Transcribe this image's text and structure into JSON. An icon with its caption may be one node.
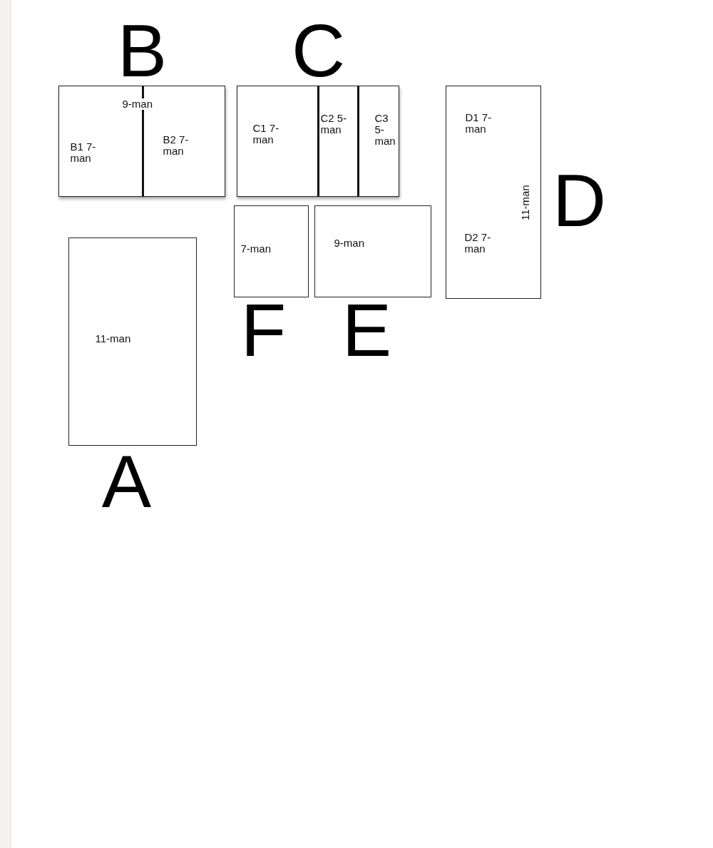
{
  "diagram": {
    "nodes": [
      {
        "text": [
          "B",
          "9-man"
        ]
      },
      {
        "text": [
          "B1 7-man"
        ],
        "in": 0
      },
      {
        "text": [
          "B2 7-man"
        ],
        "in": 0
      },
      {
        "text": [
          "C"
        ]
      },
      {
        "text": [
          "C1 7-man"
        ],
        "in": 3
      },
      {
        "text": [
          "C2 5- man"
        ],
        "in": 3
      },
      {
        "text": [
          "C3 5- man"
        ],
        "in": 3
      },
      {
        "text": [
          "D",
          "D1 7-man",
          "D2 7-man",
          "11-man"
        ]
      },
      {
        "text": [
          "7-man",
          "F"
        ]
      },
      {
        "text": [
          "9-man",
          "E"
        ]
      },
      {
        "text": [
          "11-man",
          "A"
        ]
      }
    ]
  }
}
